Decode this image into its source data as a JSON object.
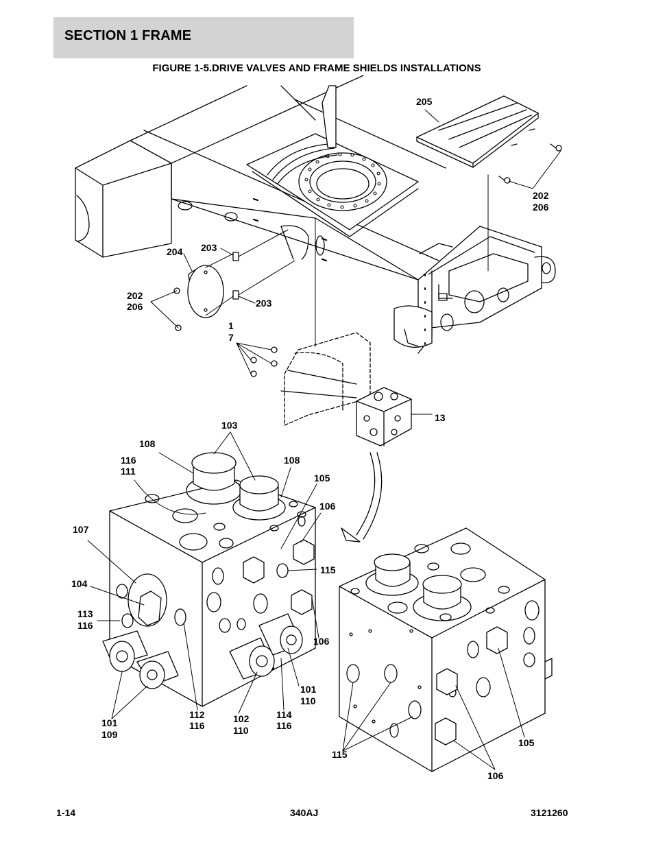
{
  "header": {
    "section_title": "SECTION 1  FRAME"
  },
  "figure": {
    "title": "FIGURE 1-5.DRIVE VALVES AND FRAME SHIELDS INSTALLATIONS"
  },
  "callouts": {
    "c205": "205",
    "c202_top": "202",
    "c206_top": "206",
    "c204": "204",
    "c203_a": "203",
    "c203_b": "203",
    "c202_left": "202",
    "c206_left": "206",
    "c1": "1",
    "c7": "7",
    "c13": "13",
    "c103": "103",
    "c108_left": "108",
    "c116_111_a": "116",
    "c116_111_b": "111",
    "c108_right": "108",
    "c105_top": "105",
    "c106_top": "106",
    "c107": "107",
    "c115_mid": "115",
    "c104": "104",
    "c113": "113",
    "c116_a": "116",
    "c106_mid": "106",
    "c101_r_a": "101",
    "c110_r": "110",
    "c112": "112",
    "c116_b": "116",
    "c102": "102",
    "c110_b": "110",
    "c114": "114",
    "c116_c": "116",
    "c101_l": "101",
    "c109": "109",
    "c115_bot": "115",
    "c105_bot": "105",
    "c106_bot": "106"
  },
  "footer": {
    "page": "1-14",
    "model": "340AJ",
    "doc_number": "3121260"
  }
}
